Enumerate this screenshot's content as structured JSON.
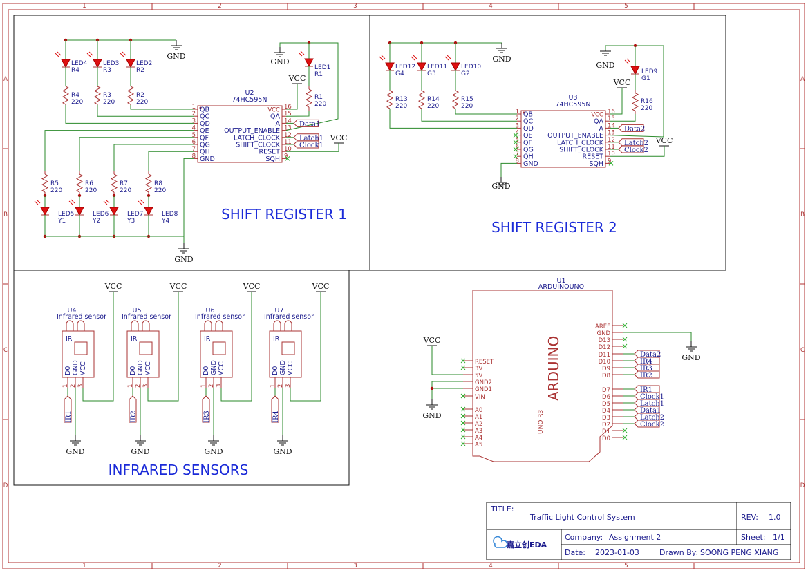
{
  "frame": {
    "columns": [
      "1",
      "2",
      "3",
      "4",
      "5"
    ],
    "rows": [
      "A",
      "B",
      "C",
      "D"
    ]
  },
  "sections": {
    "shift1": "SHIFT REGISTER 1",
    "shift2": "SHIFT REGISTER 2",
    "infrared": "INFRARED SENSORS"
  },
  "power": {
    "vcc": "VCC",
    "gnd": "GND"
  },
  "u2": {
    "ref": "U2",
    "part": "74HC595N"
  },
  "u3": {
    "ref": "U3",
    "part": "74HC595N"
  },
  "sr_pins_left": [
    {
      "num": "1",
      "name": "QB"
    },
    {
      "num": "2",
      "name": "QC"
    },
    {
      "num": "3",
      "name": "QD"
    },
    {
      "num": "4",
      "name": "QE"
    },
    {
      "num": "5",
      "name": "QF"
    },
    {
      "num": "6",
      "name": "QG"
    },
    {
      "num": "7",
      "name": "QH"
    },
    {
      "num": "8",
      "name": "GND"
    }
  ],
  "sr_pins_right": [
    {
      "num": "16",
      "name": "VCC"
    },
    {
      "num": "15",
      "name": "QA"
    },
    {
      "num": "14",
      "name": "A"
    },
    {
      "num": "13",
      "name": "OUTPUT_ENABLE"
    },
    {
      "num": "12",
      "name": "LATCH_CLOCK"
    },
    {
      "num": "11",
      "name": "SHIFT_CLOCK"
    },
    {
      "num": "10",
      "name": "RESET"
    },
    {
      "num": "9",
      "name": "SQH"
    }
  ],
  "sr1": {
    "top_leds": [
      {
        "led": "LED4",
        "r": "R4"
      },
      {
        "led": "LED3",
        "r": "R3"
      },
      {
        "led": "LED2",
        "r": "R2"
      }
    ],
    "top_res": [
      {
        "r": "R4",
        "v": "220"
      },
      {
        "r": "R3",
        "v": "220"
      },
      {
        "r": "R2",
        "v": "220"
      }
    ],
    "qa_led": {
      "led": "LED1",
      "r": "R1"
    },
    "qa_res": {
      "r": "R1",
      "v": "220"
    },
    "bot_res": [
      {
        "r": "R5",
        "v": "220"
      },
      {
        "r": "R6",
        "v": "220"
      },
      {
        "r": "R7",
        "v": "220"
      },
      {
        "r": "R8",
        "v": "220"
      }
    ],
    "bot_leds": [
      {
        "led": "LED5",
        "y": "Y1"
      },
      {
        "led": "LED6",
        "y": "Y2"
      },
      {
        "led": "LED7",
        "y": "Y3"
      },
      {
        "led": "LED8",
        "y": "Y4"
      }
    ],
    "nets": {
      "data": "Data1",
      "latch": "Latch1",
      "clock": "Clock1"
    }
  },
  "sr2": {
    "top_leds": [
      {
        "led": "LED12",
        "g": "G4"
      },
      {
        "led": "LED11",
        "g": "G3"
      },
      {
        "led": "LED10",
        "g": "G2"
      }
    ],
    "top_res": [
      {
        "r": "R13",
        "v": "220"
      },
      {
        "r": "R14",
        "v": "220"
      },
      {
        "r": "R15",
        "v": "220"
      }
    ],
    "qa_led": {
      "led": "LED9",
      "g": "G1"
    },
    "qa_res": {
      "r": "R16",
      "v": "220"
    },
    "nets": {
      "data": "Data2",
      "latch": "Latch2",
      "clock": "Clock2"
    }
  },
  "sensors": [
    {
      "ref": "U4",
      "name": "Infrared sensor",
      "tag": "IR",
      "net": "IR1"
    },
    {
      "ref": "U5",
      "name": "Infrared sensor",
      "tag": "IR",
      "net": "IR2"
    },
    {
      "ref": "U6",
      "name": "Infrared sensor",
      "tag": "IR",
      "net": "IR3"
    },
    {
      "ref": "U7",
      "name": "Infrared sensor",
      "tag": "IR",
      "net": "IR4"
    }
  ],
  "sensor_pins": [
    {
      "num": "1",
      "name": "D0"
    },
    {
      "num": "2",
      "name": "GND"
    },
    {
      "num": "3",
      "name": "VCC"
    }
  ],
  "arduino": {
    "ref": "U1",
    "part": "ARDUINOUNO",
    "body": "ARDUINO",
    "sub": "UNO R3",
    "left_pins": [
      "RESET",
      "3V",
      "5V",
      "GND2",
      "GND1",
      "VIN",
      "A0",
      "A1",
      "A2",
      "A3",
      "A4",
      "A5"
    ],
    "right_pins": [
      "AREF",
      "GND",
      "D13",
      "D12",
      "D11",
      "D10",
      "D9",
      "D8",
      "D7",
      "D6",
      "D5",
      "D4",
      "D3",
      "D2",
      "D1",
      "D0"
    ],
    "right_nets": {
      "D11": "Data2",
      "D10": "IR4",
      "D9": "IR3",
      "D8": "IR2",
      "D7": "IR1",
      "D6": "Clock1",
      "D5": "Latch1",
      "D4": "Data1",
      "D3": "Latch2",
      "D2": "Clock2"
    }
  },
  "titleblock": {
    "title_label": "TITLE:",
    "title": "Traffic Light Control System",
    "rev_label": "REV:",
    "rev": "1.0",
    "company_label": "Company:",
    "company": "Assignment 2",
    "sheet_label": "Sheet:",
    "sheet": "1/1",
    "date_label": "Date:",
    "date": "2023-01-03",
    "drawn_label": "Drawn By:",
    "drawn": "SOONG PENG XIANG",
    "logo": "嘉立创EDA"
  },
  "colors": {
    "wire": "#2a8a2a",
    "part": "#a33",
    "text": "#1a1a8c",
    "title": "#1a2ad8",
    "frame": "#b03030"
  }
}
